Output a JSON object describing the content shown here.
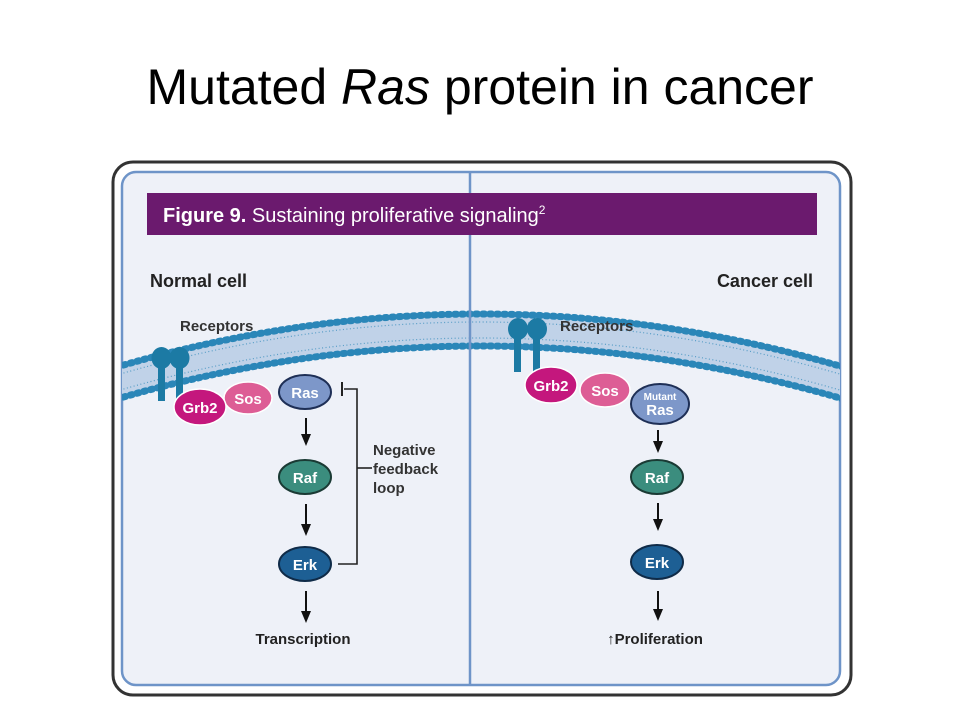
{
  "slide": {
    "title_pre": "Mutated ",
    "title_em": "Ras",
    "title_post": " protein in cancer"
  },
  "figure": {
    "banner_bold": "Figure 9.",
    "banner_text": " Sustaining proliferative signaling",
    "banner_sup": "2",
    "banner_color": "#6b1a6e",
    "panel_fill": "#eef1f8",
    "frame_color": "#6e94c8"
  },
  "normal": {
    "heading": "Normal cell",
    "receptors": "Receptors",
    "grb2": "Grb2",
    "sos": "Sos",
    "ras": "Ras",
    "raf": "Raf",
    "erk": "Erk",
    "feedback": [
      "Negative",
      "feedback",
      "loop"
    ],
    "output": "Transcription"
  },
  "cancer": {
    "heading": "Cancer cell",
    "receptors": "Receptors",
    "grb2": "Grb2",
    "sos": "Sos",
    "mutant_small": "Mutant",
    "ras": "Ras",
    "raf": "Raf",
    "erk": "Erk",
    "up_symbol": "↑",
    "output": "Proliferation"
  },
  "colors": {
    "grb2": "#c4177d",
    "sos": "#dd5d95",
    "ras": "#7d97c9",
    "raf": "#3b8d7e",
    "erk": "#1d5f94",
    "receptor": "#1c7aa4",
    "membrane": "#2a86b8"
  }
}
